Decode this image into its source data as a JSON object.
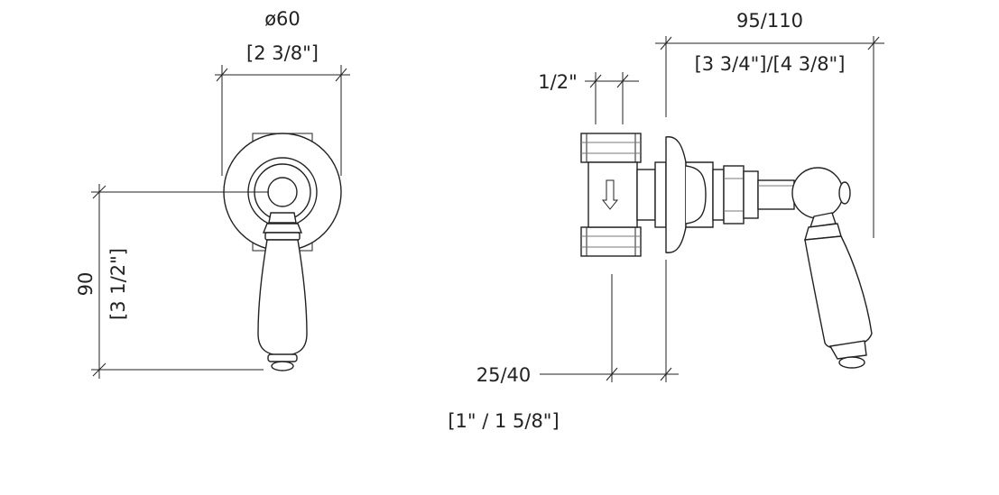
{
  "front_view": {
    "diameter_mm": "ø60",
    "diameter_in": "[2 3/8\"]",
    "height_mm": "90",
    "height_in": "[3 1/2\"]"
  },
  "side_view": {
    "connection": "1/2\"",
    "depth_mm": "95/110",
    "depth_in": "[3 3/4\"]/[4 3/8\"]",
    "wall_mm": "25/40",
    "wall_in": "[1\" / 1 5/8\"]"
  }
}
